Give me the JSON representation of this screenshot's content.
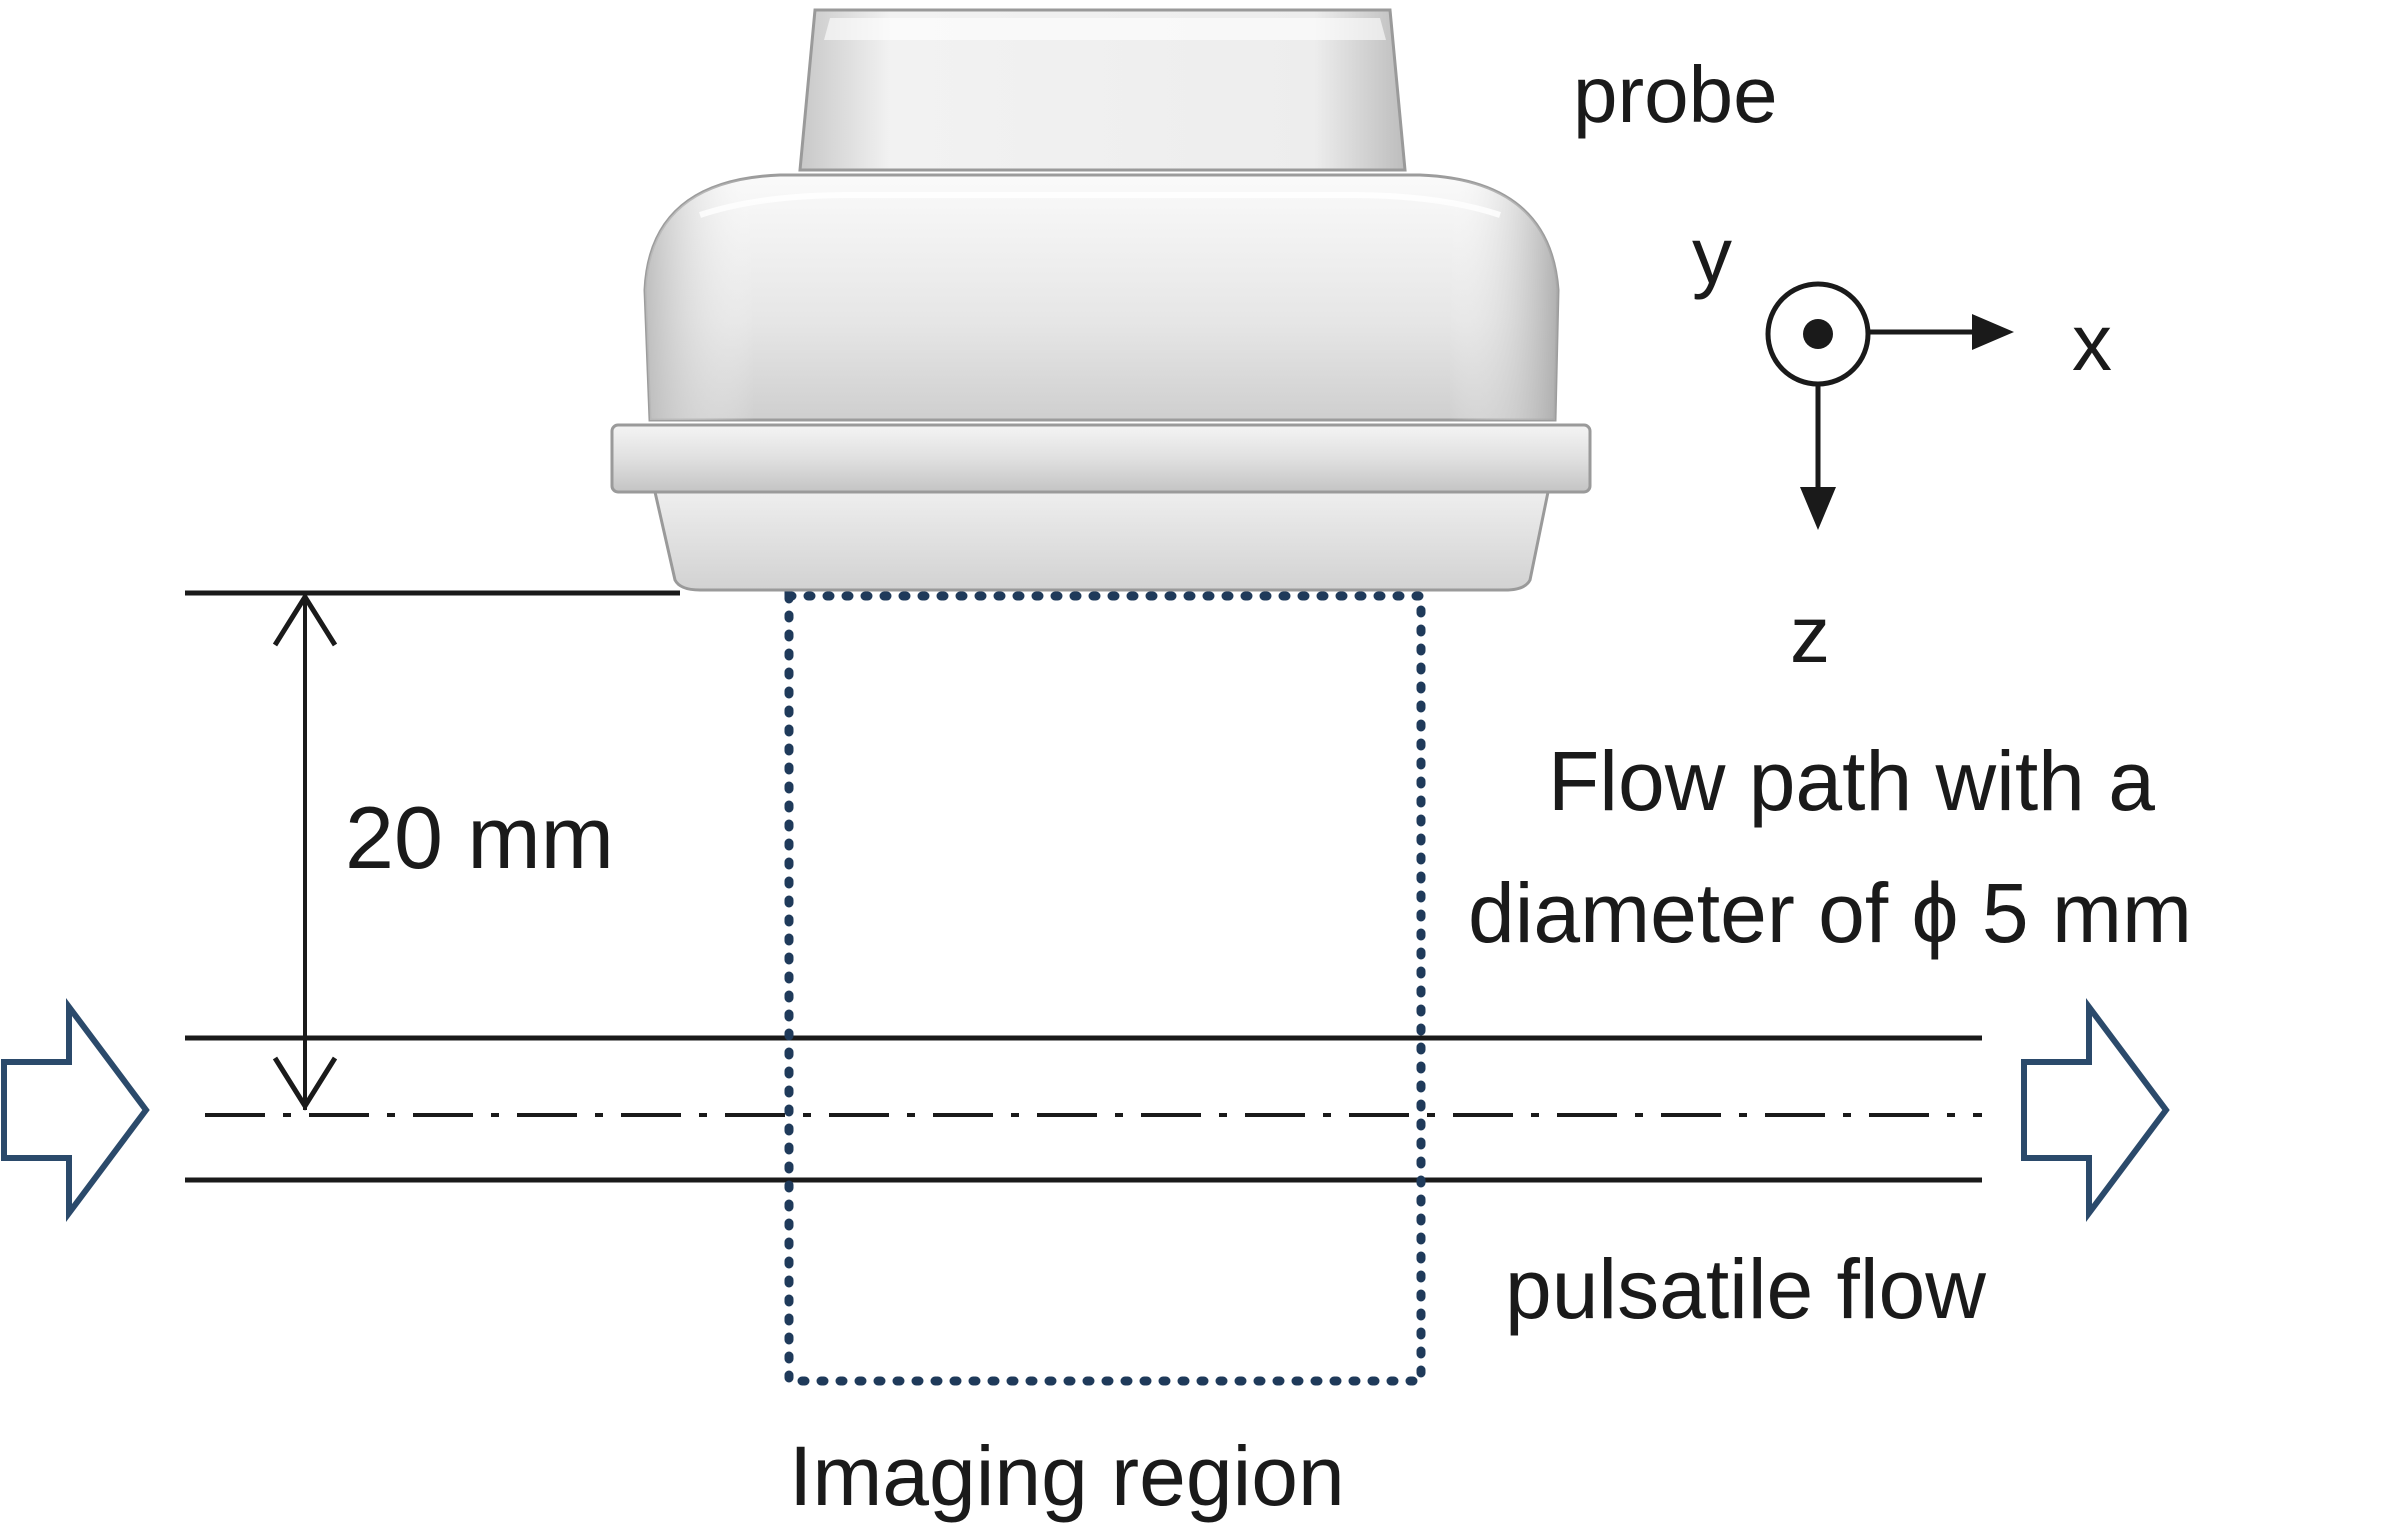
{
  "labels": {
    "probe": "probe",
    "axis_y": "y",
    "axis_x": "x",
    "axis_z": "z",
    "distance": "20 mm",
    "flow_path_line1": "Flow path with a",
    "flow_path_line2": "diameter of ϕ 5 mm",
    "pulsatile_flow": "pulsatile flow",
    "imaging_region": "Imaging region"
  },
  "colors": {
    "line": "#1a1a1a",
    "imaging_region_border": "#1f3a5a",
    "flow_arrow": "#2b4a6b",
    "probe_body": "#e4e4e4"
  },
  "icons": {
    "flow_in": "hollow-right-arrow",
    "flow_out": "hollow-right-arrow",
    "y_axis": "out-of-plane-dot-circle"
  }
}
